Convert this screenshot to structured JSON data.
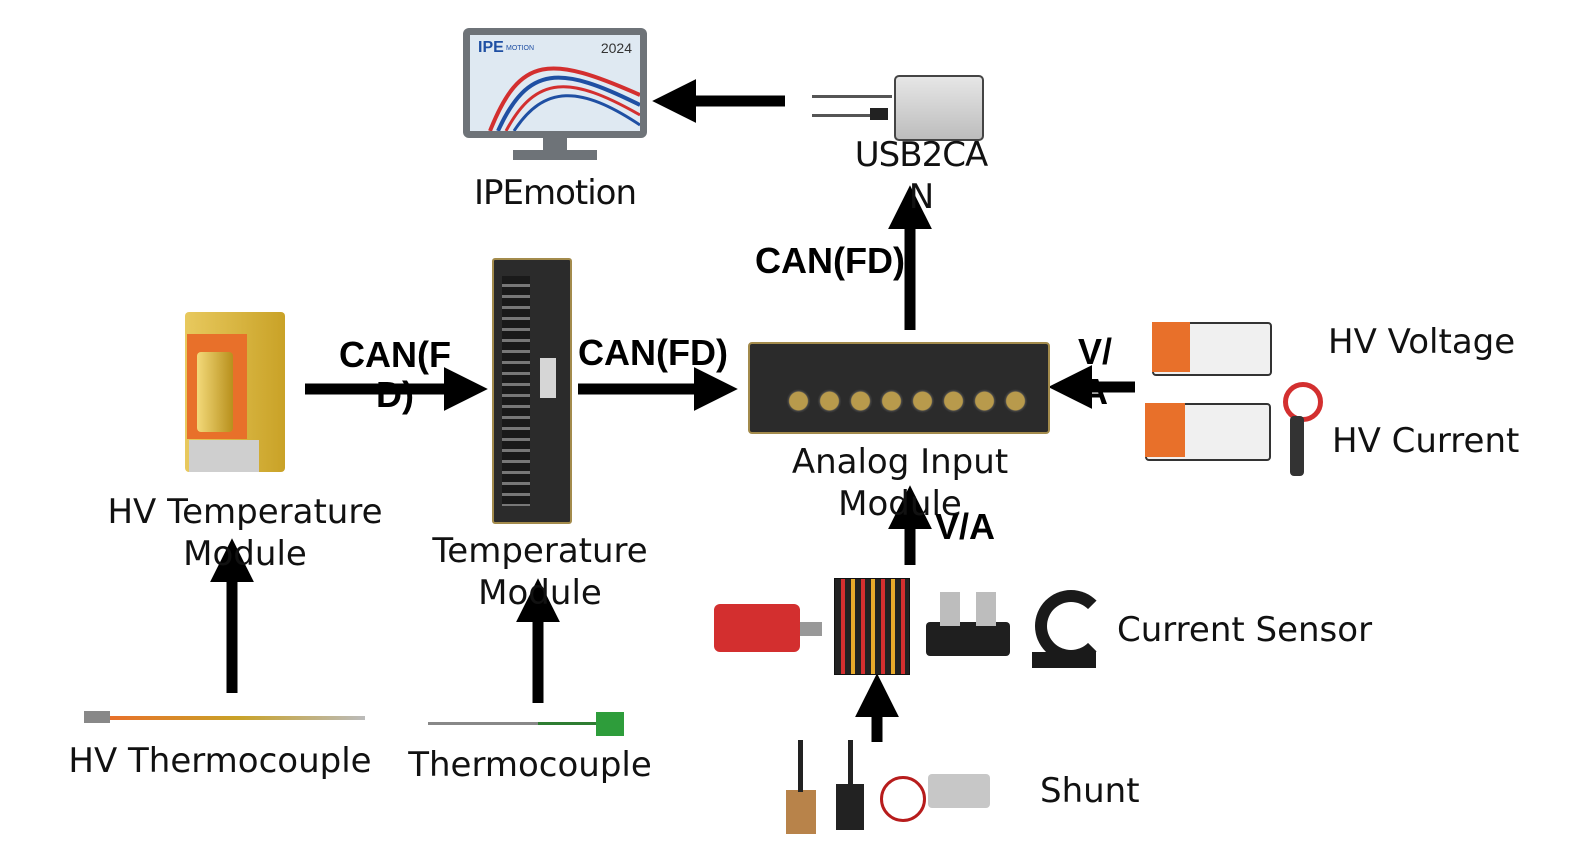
{
  "nodes": {
    "ipemotion": {
      "label": "IPEmotion",
      "screen_brand": "IPE",
      "screen_brand_sub": "MOTION",
      "screen_year": "2024"
    },
    "usb2can": {
      "label": "USB2CA\nN"
    },
    "hv_temp_module": {
      "label": "HV Temperature\nModule"
    },
    "temp_module": {
      "label": "Temperature\nModule"
    },
    "analog_input_module": {
      "label": "Analog Input\nModule"
    },
    "hv_voltage": {
      "label": "HV Voltage"
    },
    "hv_current": {
      "label": "HV Current"
    },
    "current_sensor": {
      "label": "Current Sensor"
    },
    "shunt": {
      "label": "Shunt"
    },
    "hv_thermocouple": {
      "label": "HV Thermocouple"
    },
    "thermocouple": {
      "label": "Thermocouple"
    }
  },
  "edges": {
    "hvtemp_to_temp": {
      "label": "CAN(F\nD)"
    },
    "temp_to_analog": {
      "label": "CAN(FD)"
    },
    "analog_to_usb": {
      "label": "CAN(FD)"
    },
    "hv_to_analog": {
      "label": "V/\nA"
    },
    "sensor_to_analog": {
      "label": "V/A"
    }
  },
  "colors": {
    "arrow": "#000000",
    "hv_orange": "#e8702a",
    "gold": "#c9a227",
    "module_dark": "#2b2b2b",
    "screen_red": "#d32f2f",
    "screen_blue": "#1f4fa3"
  }
}
